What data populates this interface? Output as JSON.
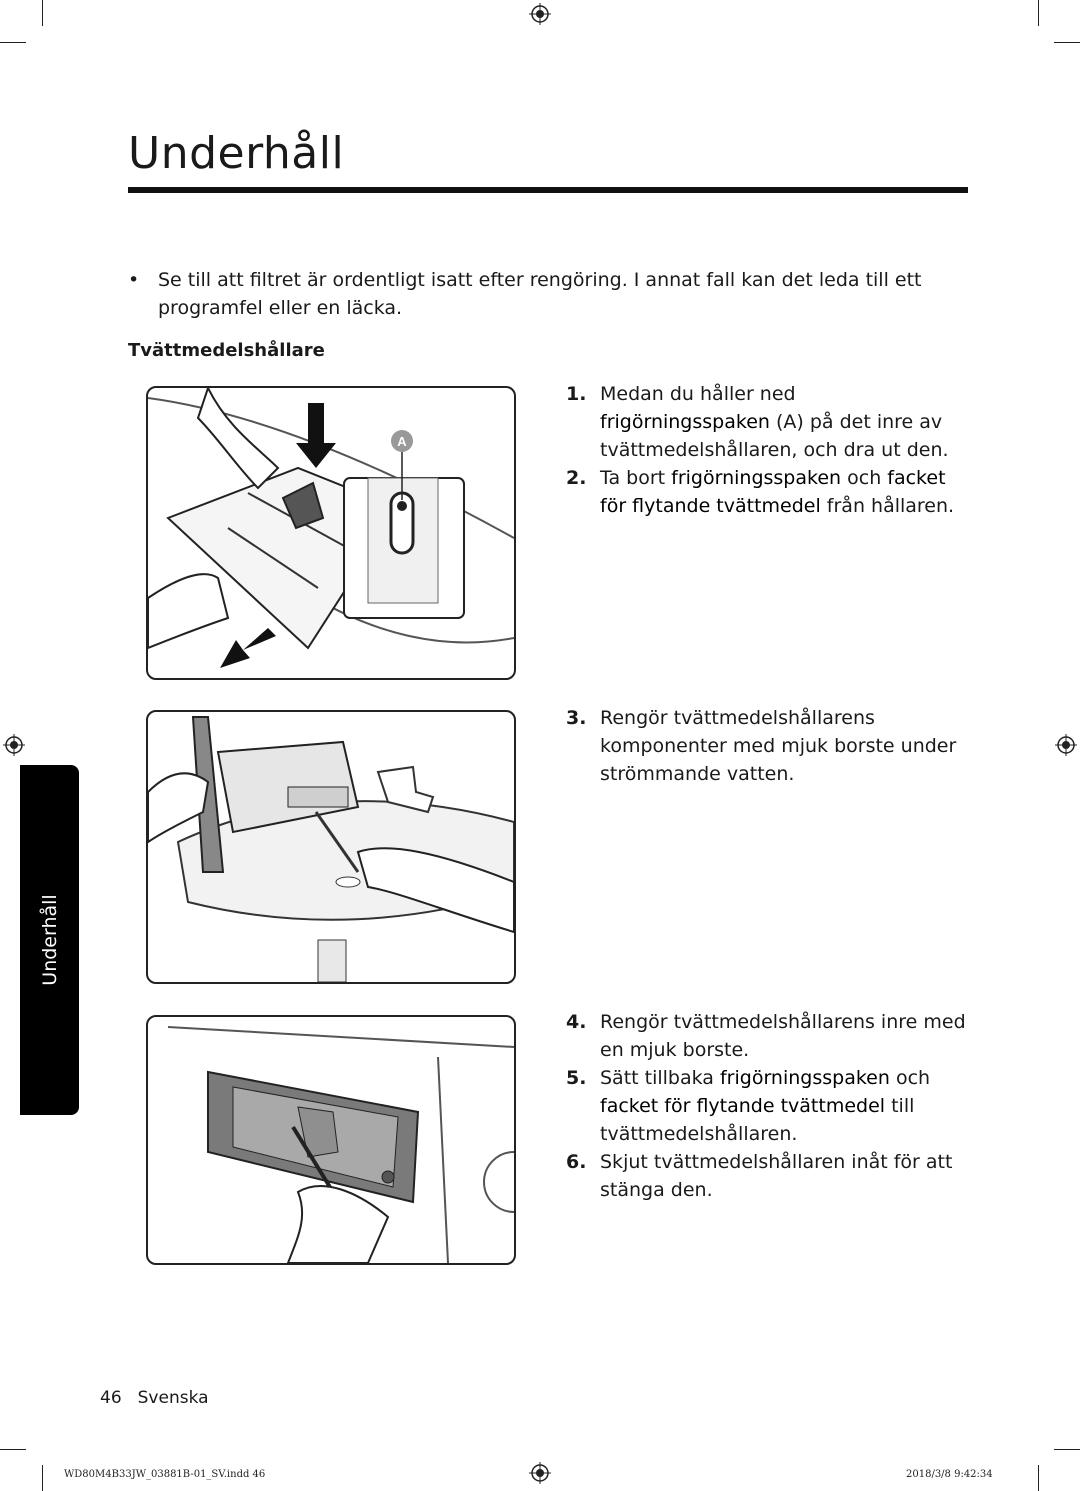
{
  "page": {
    "title": "Underhåll",
    "note": "Se till att filtret är ordentligt isatt efter rengöring. I annat fall kan det leda till ett programfel eller en läcka.",
    "section_title": "Tvättmedelshållare",
    "side_tab": "Underhåll",
    "footer": {
      "page_number": "46",
      "language": "Svenska"
    },
    "imprint": {
      "file": "WD80M4B33JW_03881B-01_SV.indd   46",
      "timestamp": "2018/3/8   9:42:34"
    }
  },
  "figures": [
    {
      "callout": "A"
    }
  ],
  "steps": [
    {
      "num": "1.",
      "parts": [
        {
          "t": "Medan du håller ned "
        },
        {
          "t": "frigörningsspaken",
          "hl": true
        },
        {
          "t": " (A) på det inre av tvättmedelshållaren, och dra ut den."
        }
      ]
    },
    {
      "num": "2.",
      "parts": [
        {
          "t": "Ta bort "
        },
        {
          "t": "frigörningsspaken",
          "hl": true
        },
        {
          "t": " och "
        },
        {
          "t": "facket för flytande tvättmedel",
          "hl": true
        },
        {
          "t": " från hållaren."
        }
      ]
    },
    {
      "num": "3.",
      "parts": [
        {
          "t": "Rengör tvättmedelshållarens komponenter med mjuk borste under strömmande vatten."
        }
      ]
    },
    {
      "num": "4.",
      "parts": [
        {
          "t": "Rengör tvättmedelshållarens inre med en mjuk borste."
        }
      ]
    },
    {
      "num": "5.",
      "parts": [
        {
          "t": "Sätt tillbaka "
        },
        {
          "t": "frigörningsspaken",
          "hl": true
        },
        {
          "t": " och "
        },
        {
          "t": "facket för flytande tvättmedel",
          "hl": true
        },
        {
          "t": " till tvättmedelshållaren."
        }
      ]
    },
    {
      "num": "6.",
      "parts": [
        {
          "t": "Skjut tvättmedelshållaren inåt för att stänga den."
        }
      ]
    }
  ]
}
